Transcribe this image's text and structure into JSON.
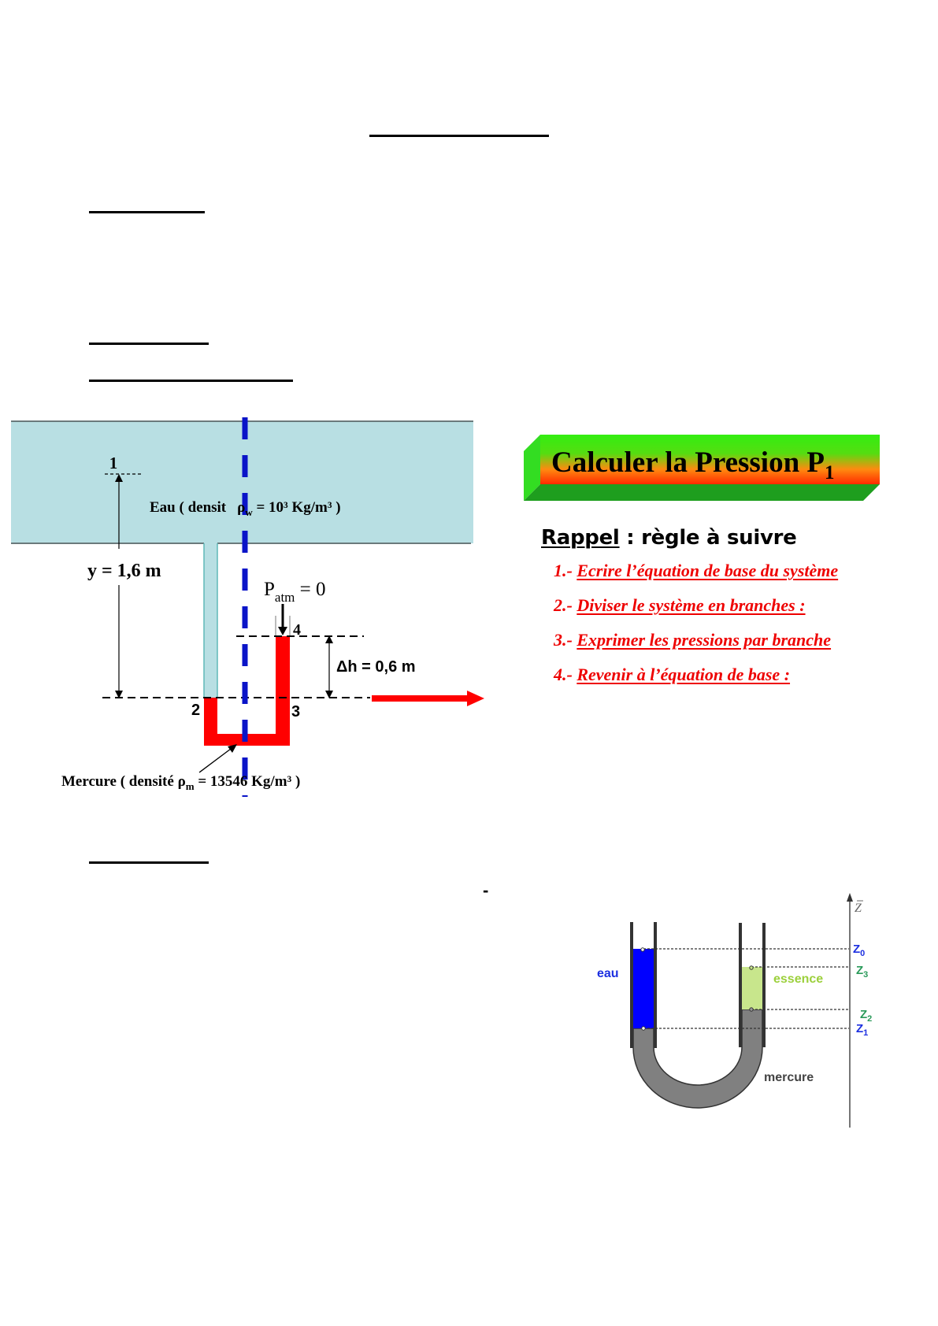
{
  "colors": {
    "water_tank": "#b8dfe3",
    "mercury_red": "#ff0000",
    "axis_blue": "#0a14c8",
    "banner_green": "#33ee11",
    "banner_dark_green": "#1e9e1e",
    "banner_red": "#ff2a00",
    "step_red": "#ee0000",
    "u_water_blue": "#0000ff",
    "u_essence_green": "#c8e68c",
    "u_mercury_gray": "#808080",
    "z_label_blue": "#1c2fe0",
    "z_label_green": "#2a9a5a"
  },
  "page": {
    "stray_mark": "-"
  },
  "diagram1": {
    "point_1": "1",
    "point_2": "2",
    "point_3": "3",
    "point_4": "4",
    "water_label_pre": "Eau ( densit",
    "water_label_rho": "ρ",
    "water_label_sub": "w",
    "water_label_post": " = 10³ Kg/m³ )",
    "y_label": "y = 1,6 m",
    "patm_P": "P",
    "patm_sub": "atm",
    "patm_post": " = 0",
    "dh_label": "Δh = 0,6 m",
    "mercury_label_pre": "Mercure ( densité ",
    "mercury_label_rho": "ρ",
    "mercury_label_sub": "m",
    "mercury_label_post": " = 13546 Kg/m³ )"
  },
  "banner": {
    "title": "Calculer la Pression P",
    "title_sub": "1"
  },
  "rappel": {
    "heading_underlined": "Rappel",
    "heading_rest": " : règle à suivre",
    "steps": [
      {
        "num": "1.- ",
        "text": "Ecrire l’équation de base du système"
      },
      {
        "num": "2.- ",
        "text": "Diviser le système en branches :"
      },
      {
        "num": "3.- ",
        "text": "Exprimer les pressions par branche"
      },
      {
        "num": "4.- ",
        "text": "Revenir à l’équation de base :"
      }
    ]
  },
  "diagram2": {
    "axis_label": "Z",
    "eau": "eau",
    "essence": "essence",
    "mercure": "mercure",
    "z0": "Z",
    "z0_sub": "0",
    "z1": "Z",
    "z1_sub": "1",
    "z2": "Z",
    "z2_sub": "2",
    "z3": "Z",
    "z3_sub": "3"
  }
}
